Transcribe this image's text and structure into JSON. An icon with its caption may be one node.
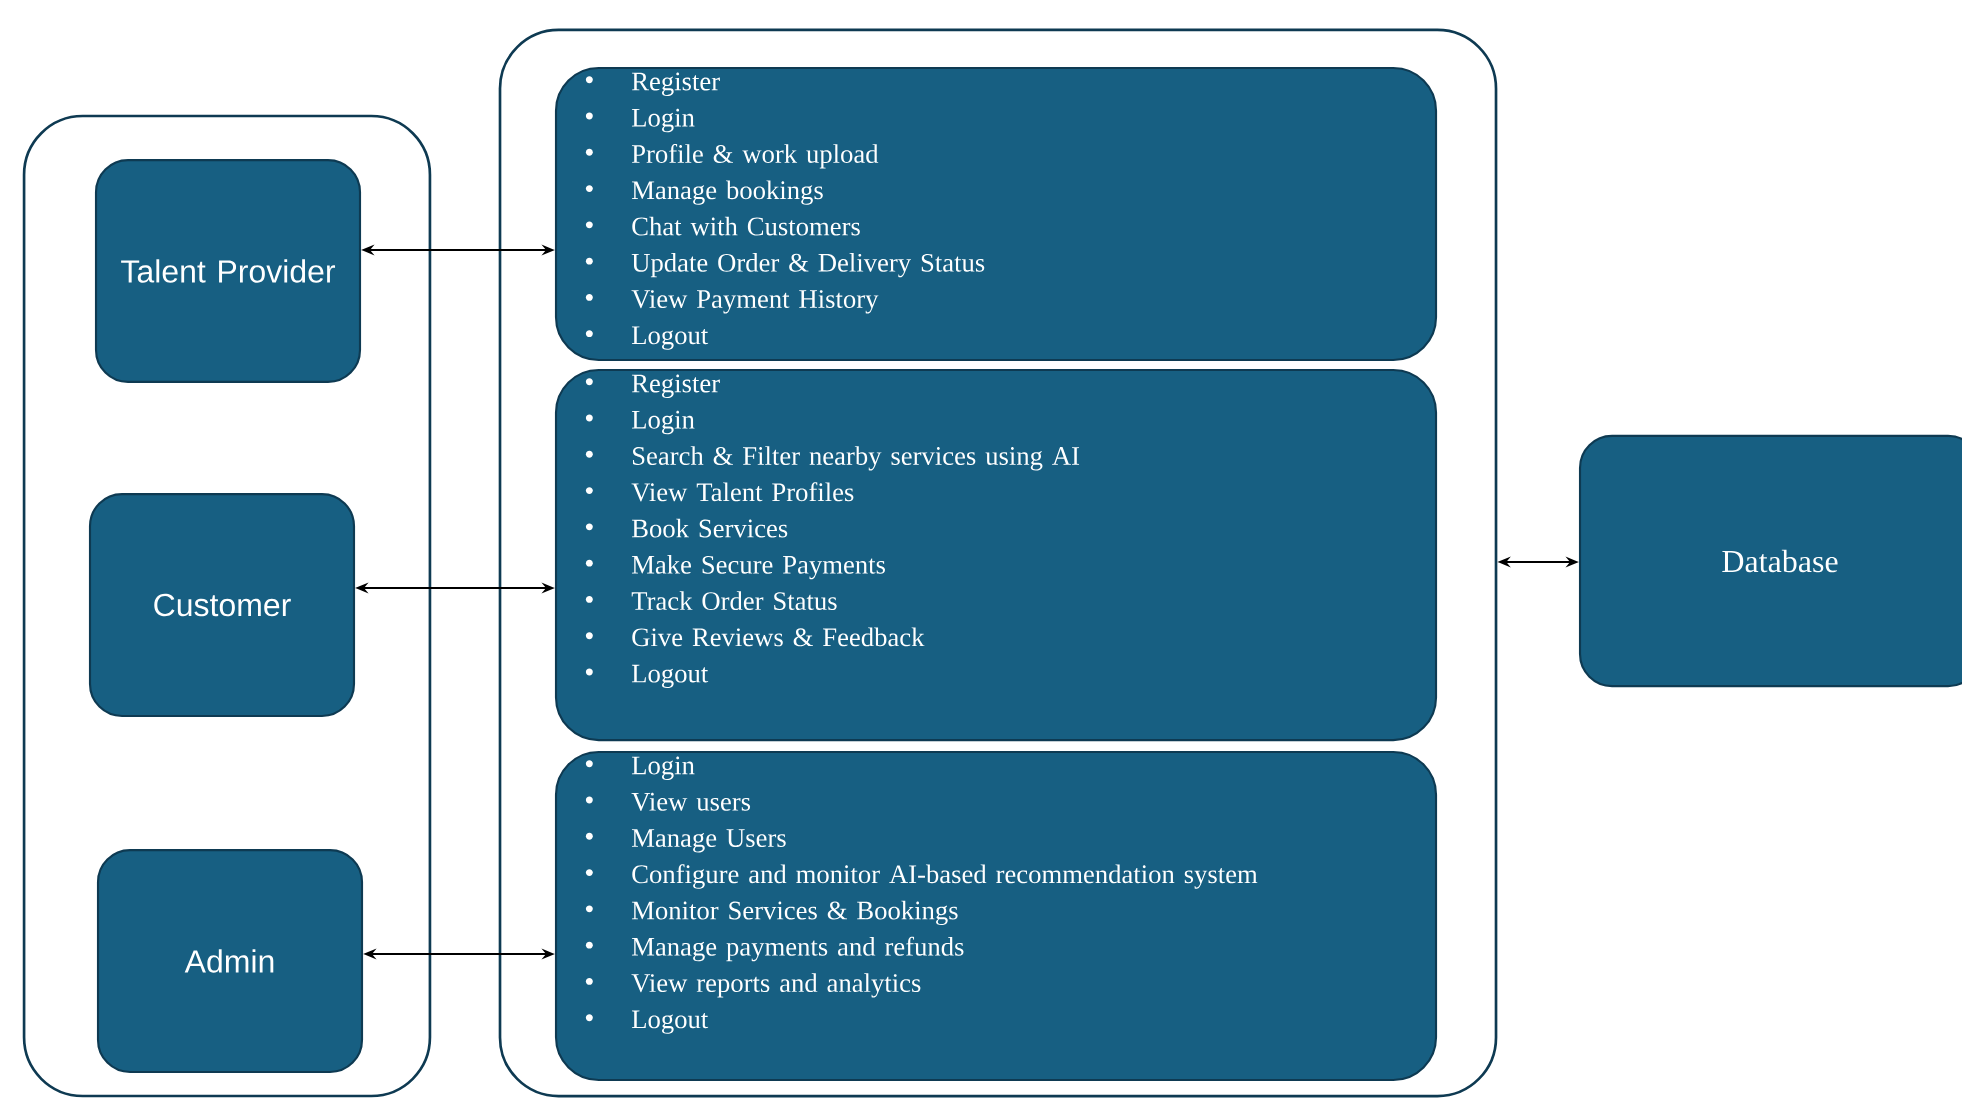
{
  "diagram": {
    "nodes": [
      {
        "text": [],
        "shape": "box"
      },
      {
        "text": [
          "Talent Provider"
        ],
        "in": 0
      },
      {
        "text": [
          "Customer"
        ],
        "in": 0
      },
      {
        "text": [
          "Admin"
        ],
        "in": 0
      },
      {
        "text": [],
        "shape": "box"
      },
      {
        "text": [
          "Register",
          "Login",
          "Profile & work upload",
          "Manage bookings",
          "Chat with Customers",
          "Update Order & Delivery Status",
          "View Payment History",
          "Logout"
        ],
        "in": 4
      },
      {
        "text": [
          "Register",
          "Login",
          "Search & Filter nearby services using AI",
          "View Talent Profiles",
          "Book Services",
          "Make Secure Payments",
          "Track Order Status",
          "Give Reviews & Feedback",
          "Logout"
        ],
        "in": 4
      },
      {
        "text": [
          "Login",
          "View users",
          "Manage Users",
          "Configure and monitor AI-based recommendation system",
          "Monitor Services & Bookings",
          "Manage payments and refunds",
          "View reports and analytics",
          "Logout"
        ],
        "in": 4
      },
      {
        "text": [
          "Database"
        ]
      }
    ],
    "edges": [
      {
        "from": 1,
        "to": 5,
        "arrow": "both"
      },
      {
        "from": 2,
        "to": 6,
        "arrow": "both"
      },
      {
        "from": 3,
        "to": 7,
        "arrow": "both"
      },
      {
        "from": 4,
        "to": 8,
        "arrow": "both"
      }
    ]
  }
}
